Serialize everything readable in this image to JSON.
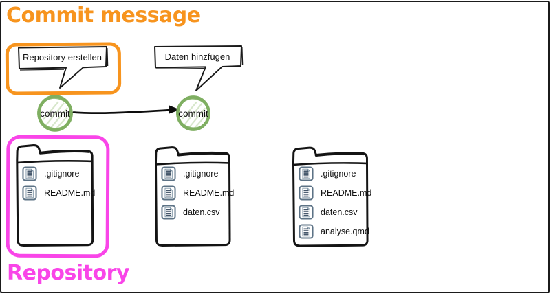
{
  "title": {
    "text": "Commit message"
  },
  "speech_bubbles": [
    {
      "text": "Repository erstellen",
      "highlighted": true
    },
    {
      "text": "Daten hinzfügen",
      "highlighted": false
    }
  ],
  "commits": [
    {
      "label": "commit"
    },
    {
      "label": "commit"
    }
  ],
  "arrow": {
    "from": "commit-1",
    "to": "commit-2"
  },
  "folders": [
    {
      "highlighted": true,
      "files": [
        ".gitignore",
        "README.md"
      ]
    },
    {
      "highlighted": false,
      "files": [
        ".gitignore",
        "README.md",
        "daten.csv"
      ]
    },
    {
      "highlighted": false,
      "files": [
        ".gitignore",
        "README.md",
        "daten.csv",
        "analyse.qmd"
      ]
    }
  ],
  "labels": {
    "repository": "Repository"
  },
  "icons": {
    "file": "document-icon"
  },
  "colors": {
    "orange": "#F7941E",
    "magenta": "#F945E8",
    "green": "#7FAF62",
    "green_hatch": "#D7E7CB",
    "slate_icon": "#5D7386",
    "slate_lines": "#44566A",
    "ink": "#1B1B1B"
  }
}
